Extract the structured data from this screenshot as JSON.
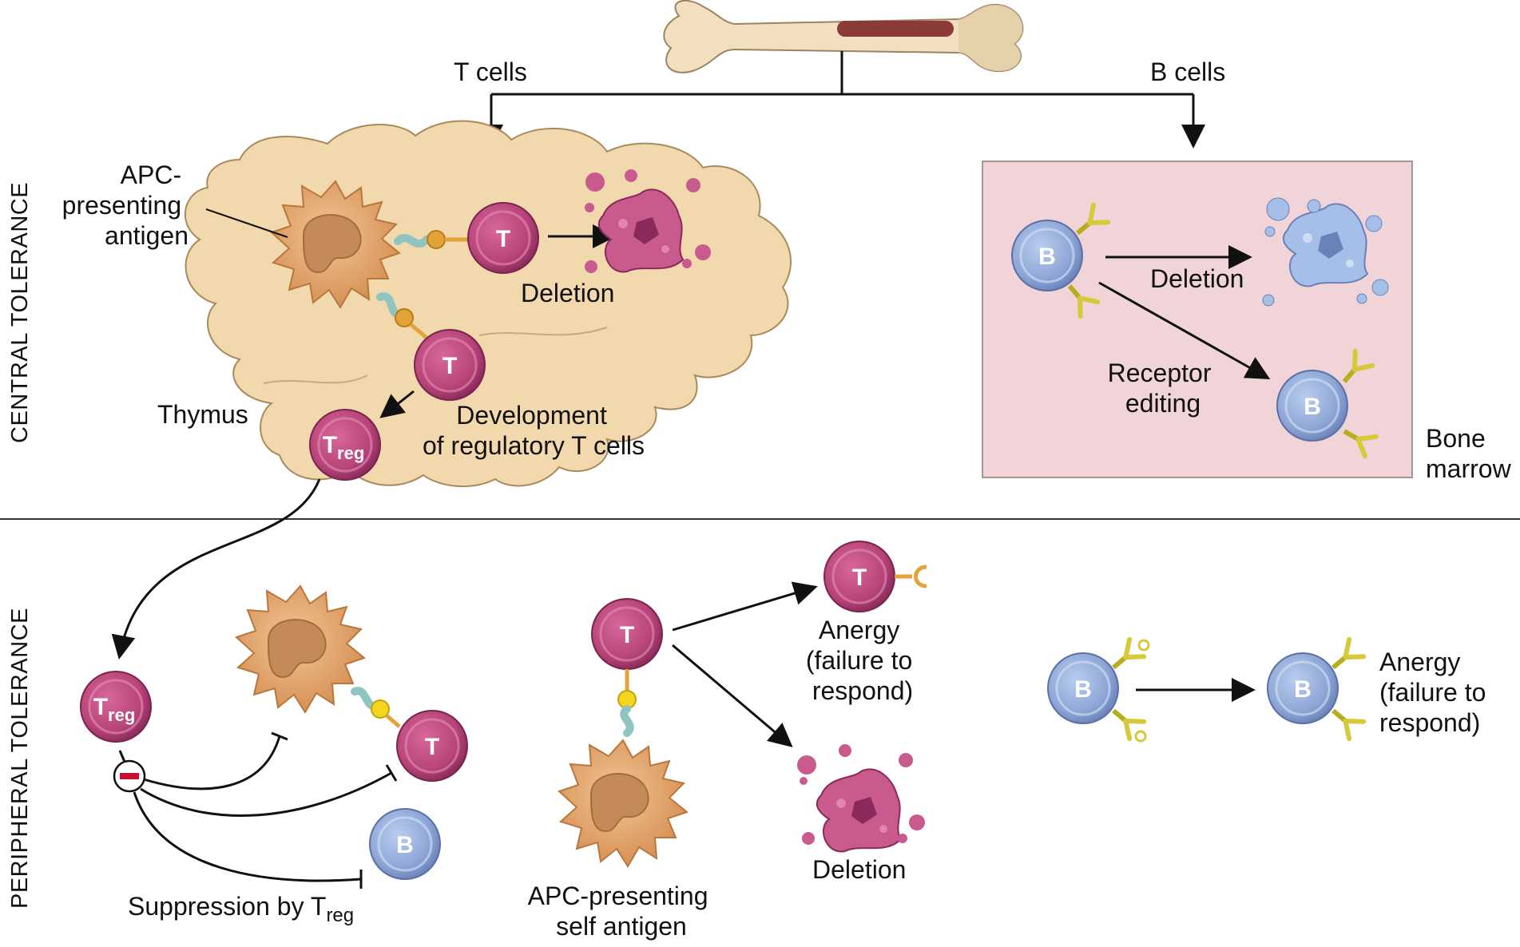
{
  "colors": {
    "t_cell": "#b8447a",
    "b_cell": "#8ea6d6",
    "apc": "#e2a66a",
    "thymus": "#f1d9ad",
    "bone_marrow_box": "#f0d4d8",
    "receptor_yellow": "#d6c93a",
    "tcr_orange": "#e4a23a",
    "mhc_teal": "#8fc5c0",
    "inhibit_red": "#c8102e"
  },
  "icons": [
    "bone-icon",
    "t-cell-icon",
    "b-cell-icon",
    "treg-cell-icon",
    "apc-icon",
    "apoptotic-cell-icon",
    "inhibition-icon"
  ],
  "sections": {
    "central": "CENTRAL TOLERANCE",
    "peripheral": "PERIPHERAL TOLERANCE"
  },
  "central": {
    "t_cells": "T cells",
    "b_cells": "B cells",
    "apc_label": [
      "APC-",
      "presenting",
      "antigen"
    ],
    "thymus": "Thymus",
    "deletion_t": "Deletion",
    "development": [
      "Development",
      "of regulatory T cells"
    ],
    "deletion_b": "Deletion",
    "receptor_editing": [
      "Receptor",
      "editing"
    ],
    "bone_marrow": [
      "Bone",
      "marrow"
    ]
  },
  "peripheral": {
    "suppression": "Suppression by T",
    "suppression_sub": "reg",
    "anergy_t": [
      "Anergy",
      "(failure to",
      "respond)"
    ],
    "deletion_t": "Deletion",
    "apc_self": [
      "APC-presenting",
      "self antigen"
    ],
    "anergy_b": [
      "Anergy",
      "(failure to",
      "respond)"
    ]
  },
  "cells": {
    "t": "T",
    "b": "B",
    "treg_main": "T",
    "treg_sub": "reg"
  }
}
